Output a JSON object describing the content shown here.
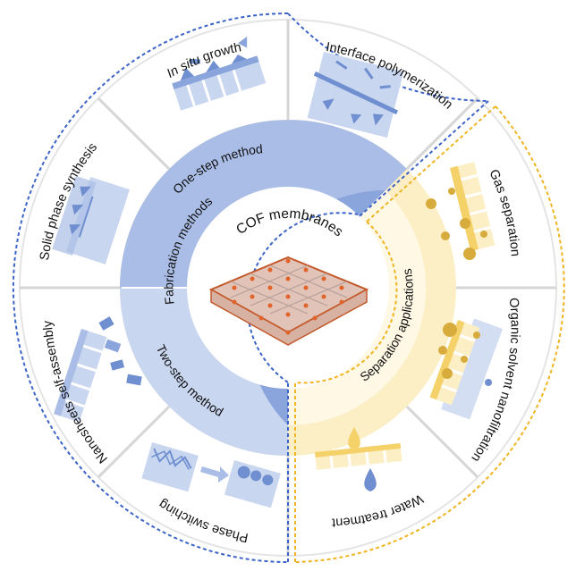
{
  "diagram": {
    "center_title": "COF membranes",
    "inner_ring": {
      "fabrication": "Fabrication methods",
      "separation": "Separation applications"
    },
    "middle_ring": {
      "one_step": "One-step method",
      "two_step": "Two-step method"
    },
    "outer_panels": {
      "in_situ_prefix": "In situ",
      "in_situ_suffix": " growth",
      "interface_polymerization": "Interface polymerization",
      "gas_separation": "Gas separation",
      "organic_solvent_nanofiltration": "Organic solvent nanofiltration",
      "water_treatment": "Water treatment",
      "phase_switching": "Phase switching",
      "nanosheets_self_assembly": "Nanosheets self-assembly",
      "solid_phase_synthesis": "Solid phase synthesis"
    },
    "colors": {
      "blue_dark": "#8aa4dc",
      "blue_mid": "#a9bde6",
      "blue_light": "#c9d6f0",
      "blue_icon": "#6f8fd0",
      "blue_dash": "#3c64c8",
      "yellow_ring": "#fcefc6",
      "yellow_icon": "#f5d16a",
      "gold_dot": "#d7ac3c",
      "yellow_dash": "#f0b421",
      "divider": "#d6d6d6"
    }
  }
}
